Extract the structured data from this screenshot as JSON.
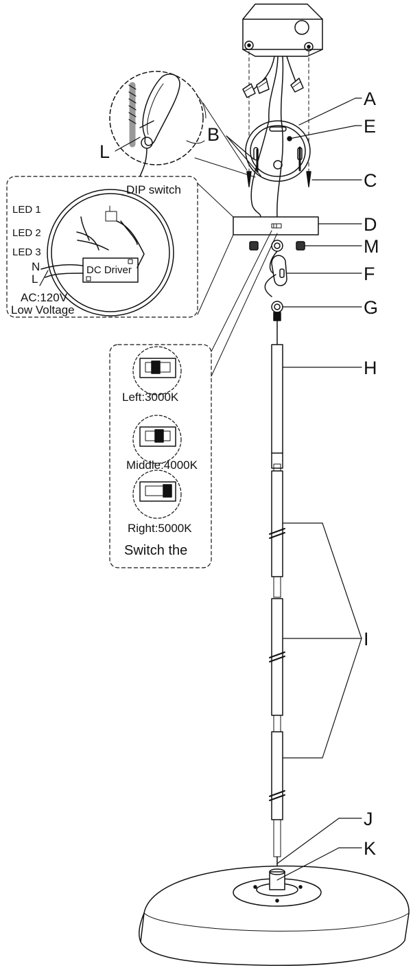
{
  "parts": {
    "A": "A",
    "B": "B",
    "C": "C",
    "D": "D",
    "E": "E",
    "F": "F",
    "G": "G",
    "H": "H",
    "I": "I",
    "J": "J",
    "K": "K",
    "L": "L",
    "M": "M"
  },
  "wiring_inset": {
    "dip_switch": "DIP switch",
    "led1": "LED 1",
    "led2": "LED 2",
    "led3": "LED 3",
    "n": "N",
    "l": "L",
    "driver": "DC Driver",
    "ac": "AC:120V",
    "low_voltage": "Low Voltage"
  },
  "switch_inset": {
    "left": "Left:3000K",
    "middle": "Middle:4000K",
    "right": "Right:5000K",
    "caption": "Switch the"
  }
}
